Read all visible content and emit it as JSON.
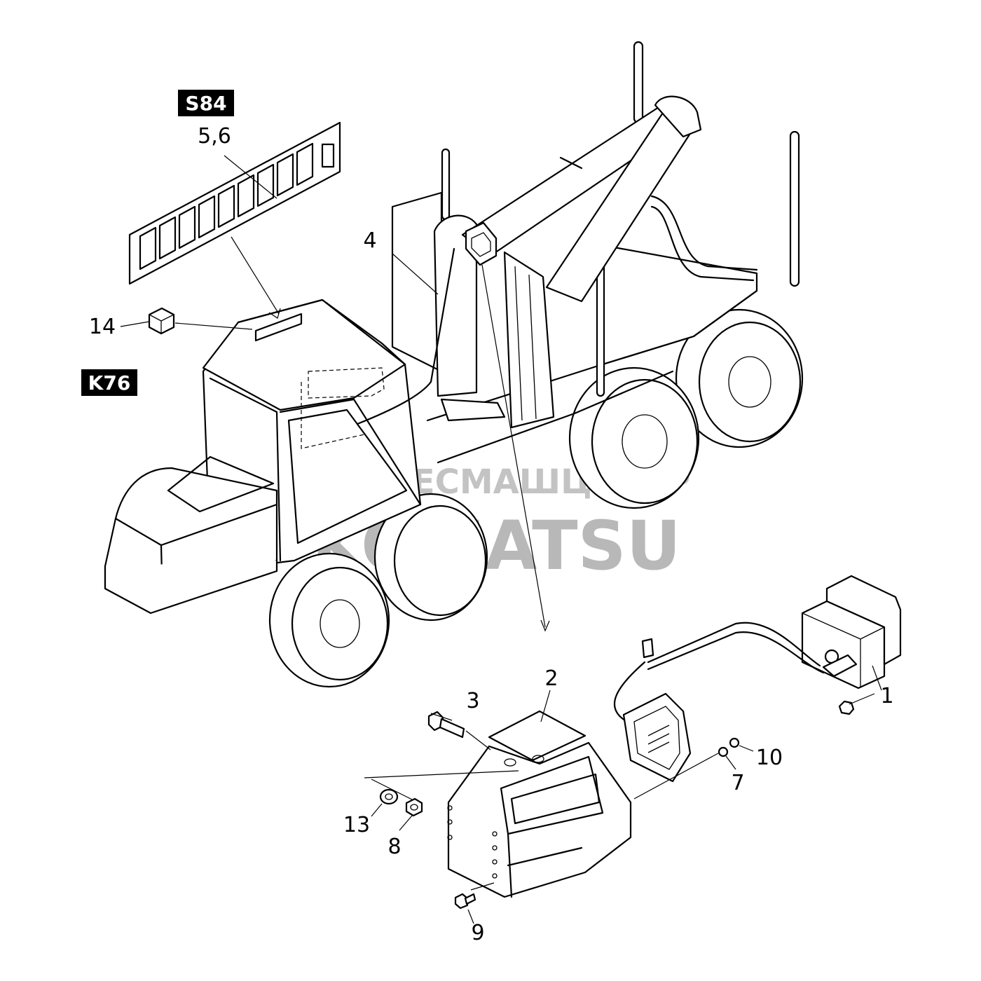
{
  "tags": {
    "panel": "S84",
    "cabin": "K76"
  },
  "callouts": {
    "c1": "1",
    "c2": "2",
    "c3": "3",
    "c4": "4",
    "c56": "5,6",
    "c7": "7",
    "c8": "8",
    "c9": "9",
    "c10": "10",
    "c13": "13",
    "c14": "14"
  },
  "watermark": {
    "line1": "ЛЕСМАШЦЕНТР",
    "line2": "KOMATSU",
    "logo_color": "#f08a8a"
  },
  "colors": {
    "ink": "#000000",
    "tag_bg": "#000000",
    "paper": "#ffffff"
  }
}
